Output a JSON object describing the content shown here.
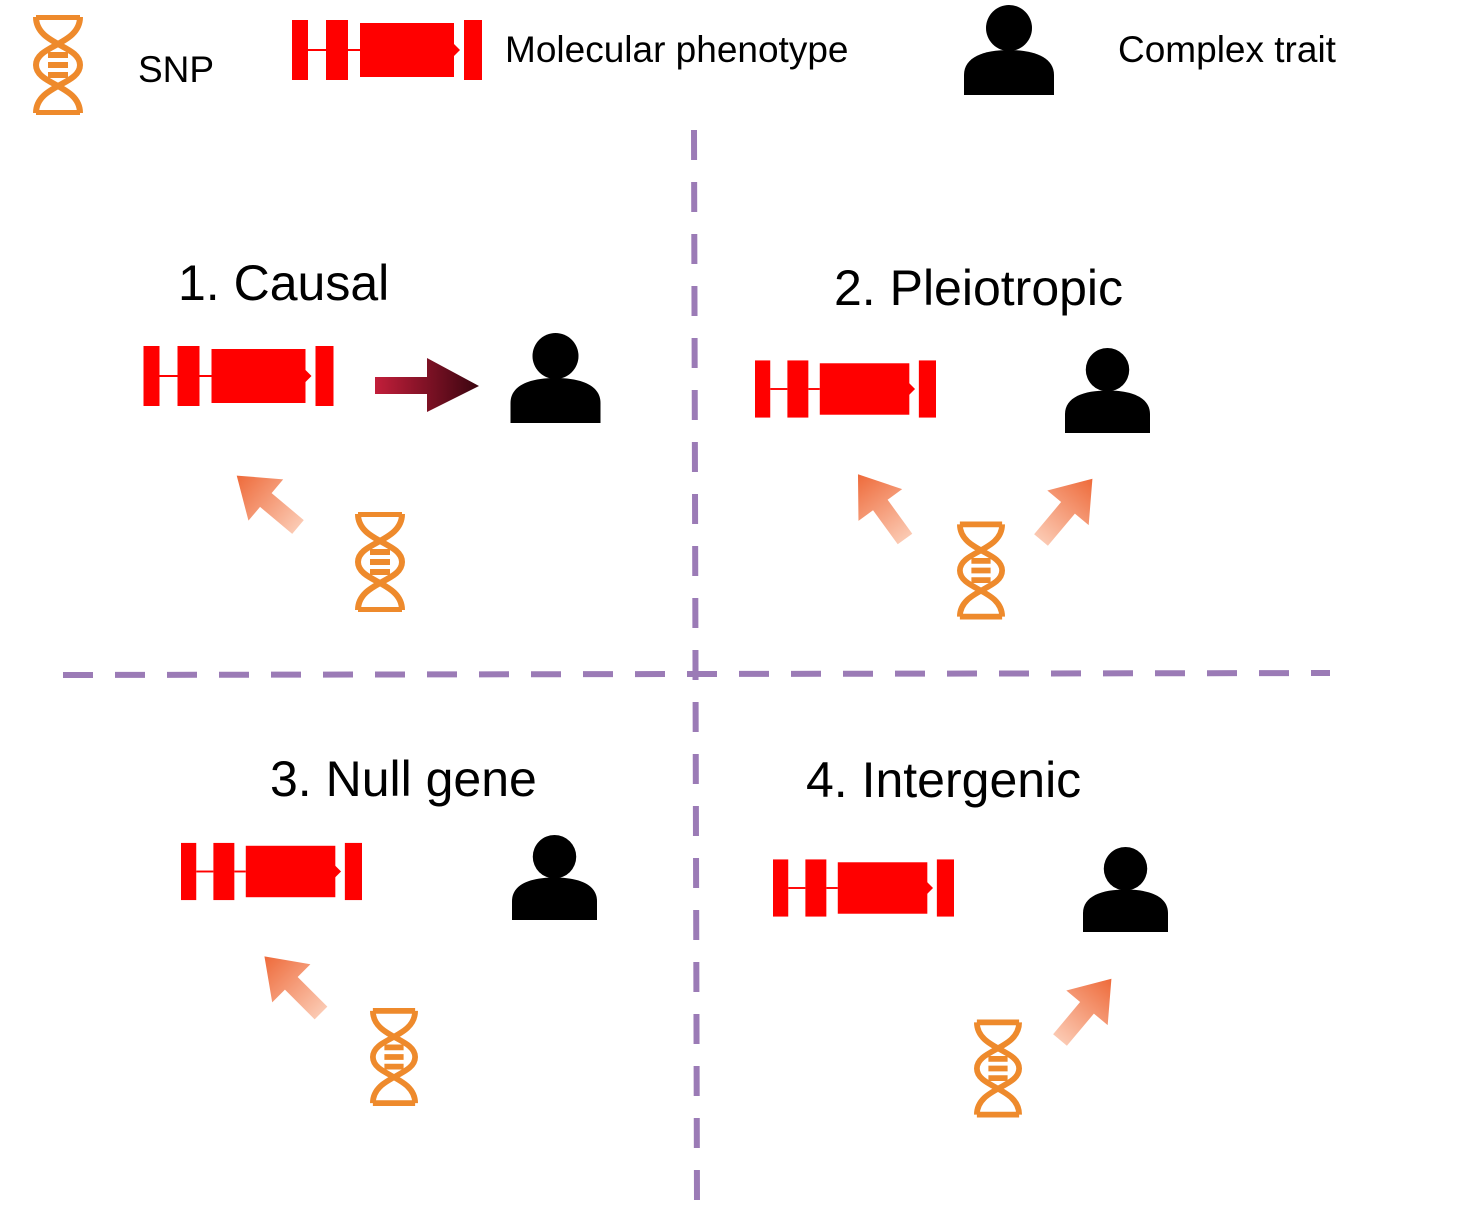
{
  "legend": {
    "snp_label": "SNP",
    "molecular_label": "Molecular phenotype",
    "trait_label": "Complex trait"
  },
  "panels": [
    {
      "title": "1. Causal"
    },
    {
      "title": "2. Pleiotropic"
    },
    {
      "title": "3. Null gene"
    },
    {
      "title": "4. Intergenic"
    }
  ],
  "icons": {
    "snp": "dna-helix-icon",
    "molecular": "gene-structure-icon",
    "trait": "person-icon"
  },
  "colors": {
    "snp": "#EE8A2C",
    "gene": "#FF0000",
    "trait": "#000000",
    "divider": "#9B7BB6",
    "effect_arrow": "#EE6A3A",
    "causal_arrow": "#B01A30"
  }
}
